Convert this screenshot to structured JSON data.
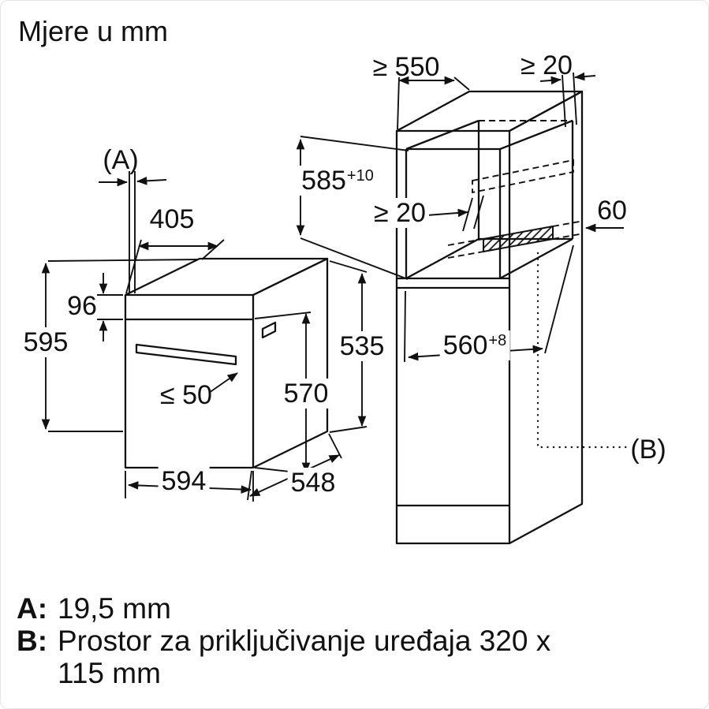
{
  "title": "Mjere u mm",
  "colors": {
    "line_color": "#111111",
    "background": "#ffffff"
  },
  "oven_dimensions": {
    "a_ref": "(A)",
    "top_depth": "405",
    "panel_height": "96",
    "height": "595",
    "handle_clearance": "≤ 50",
    "door_height": "570",
    "width": "594",
    "depth": "548",
    "rear_height": "535"
  },
  "cabinet_dimensions": {
    "min_depth": "≥ 550",
    "top_rear_gap": "≥ 20",
    "niche_height": {
      "value": "585",
      "tolerance": "+10"
    },
    "rear_gap": "≥ 20",
    "recess_depth": "60",
    "niche_width": {
      "value": "560",
      "tolerance": "+8"
    },
    "b_ref": "(B)"
  },
  "notes": {
    "a_label": "A:",
    "a_text": "19,5 mm",
    "b_label": "B:",
    "b_text_line1": "Prostor za priključivanje uređaja 320 x",
    "b_text_line2": "115 mm"
  }
}
